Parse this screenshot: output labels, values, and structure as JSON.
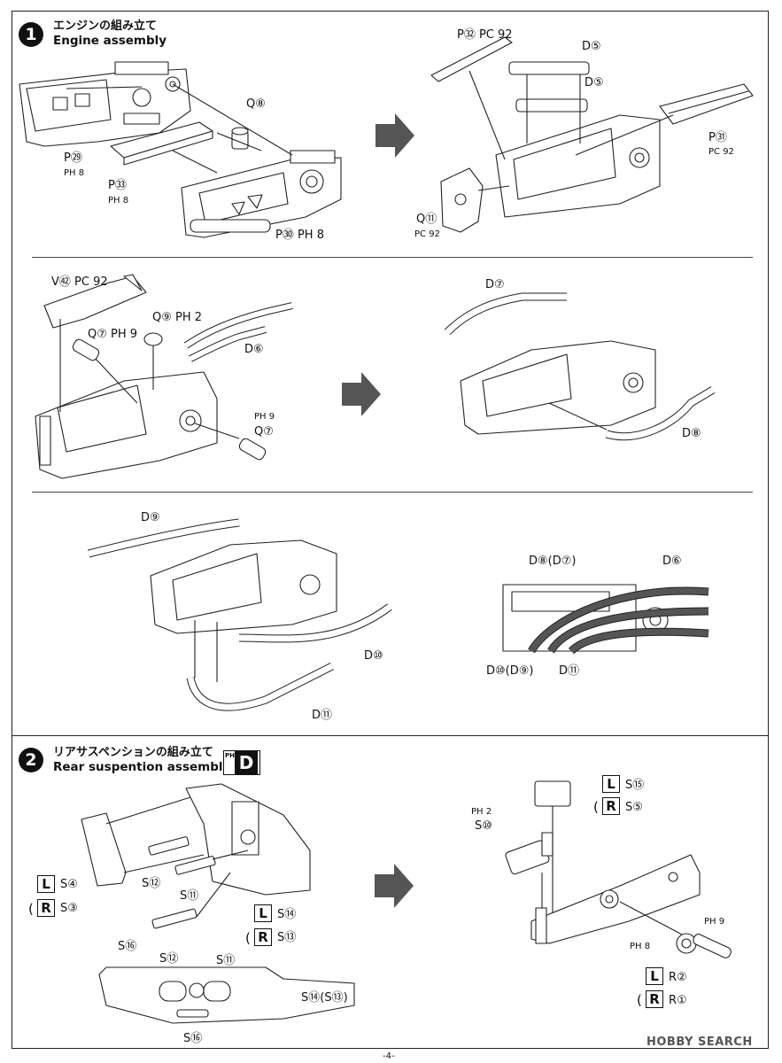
{
  "steps": [
    {
      "number": "1",
      "title_jp": "エンジンの組み立て",
      "title_en": "Engine assembly"
    },
    {
      "number": "2",
      "title_jp": "リアサスペンションの組み立て",
      "title_en": "Rear suspention assembly",
      "badge": "D",
      "badge_prefix": "PH"
    }
  ],
  "labels": {
    "p29": "P㉙",
    "ph8_a": "PH 8",
    "p33": "P㉝",
    "ph8_b": "PH 8",
    "q8": "Q⑧",
    "p30": "P㉚ PH 8",
    "p32": "P㉜ PC 92",
    "d5a": "D⑤",
    "d5b": "D⑤",
    "p31": "P㉛",
    "pc92_a": "PC 92",
    "q11": "Q⑪",
    "pc92_b": "PC 92",
    "v42": "V㊷ PC 92",
    "q9": "Q⑨ PH 2",
    "q7a": "Q⑦ PH 9",
    "d6": "D⑥",
    "ph9": "PH 9",
    "q7b": "Q⑦",
    "d7": "D⑦",
    "d8": "D⑧",
    "d9": "D⑨",
    "d10": "D⑩",
    "d11": "D⑪",
    "e_d8d7": "D⑧(D⑦)",
    "e_d6": "D⑥",
    "e_d10d9": "D⑩(D⑨)",
    "e_d11": "D⑪",
    "s4": "S④",
    "s3": "S③",
    "s12": "S⑫",
    "s11": "S⑪",
    "s14": "S⑭",
    "s13": "S⑬",
    "s16": "S⑯",
    "b_s12": "S⑫",
    "b_s11": "S⑪",
    "b_s14s13": "S⑭(S⑬)",
    "b_s16": "S⑯",
    "s15": "S⑮",
    "s5": "S⑤",
    "ph2": "PH 2",
    "s10": "S⑩",
    "ph9_b": "PH 9",
    "ph8_c": "PH 8",
    "r2": "R②",
    "r1": "R①"
  },
  "lr": {
    "l": "L",
    "r": "R"
  },
  "page_number": "-4-",
  "watermark": "HOBBY SEARCH"
}
